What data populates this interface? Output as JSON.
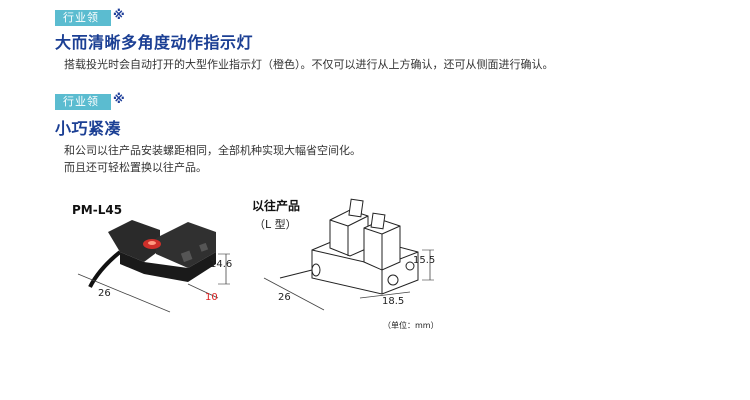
{
  "section1": {
    "badge": "行业领先",
    "mark": "※",
    "title": "大而清晰多角度动作指示灯",
    "desc": "搭载投光时会自动打开的大型作业指示灯（橙色）。不仅可以进行从上方确认，还可从侧面进行确认。"
  },
  "section2": {
    "badge": "行业领先",
    "mark": "※",
    "title": "小巧紧凑",
    "desc_line1": "和公司以往产品安装螺距相同，全部机种实现大幅省空间化。",
    "desc_line2": "而且还可轻松置换以往产品。"
  },
  "figure_left": {
    "model": "PM-L45",
    "dim_height": "14.6",
    "dim_width": "26",
    "dim_depth": "10"
  },
  "figure_right": {
    "label_line1": "以往产品",
    "label_line2": "（L 型）",
    "dim_height": "15.5",
    "dim_width": "26",
    "dim_depth": "18.5"
  },
  "unit_note": "（单位：mm）",
  "colors": {
    "badge_bg": "#5bbcd0",
    "heading": "#1b3f94",
    "dim_highlight": "#d22222",
    "led": "#e0302a"
  }
}
